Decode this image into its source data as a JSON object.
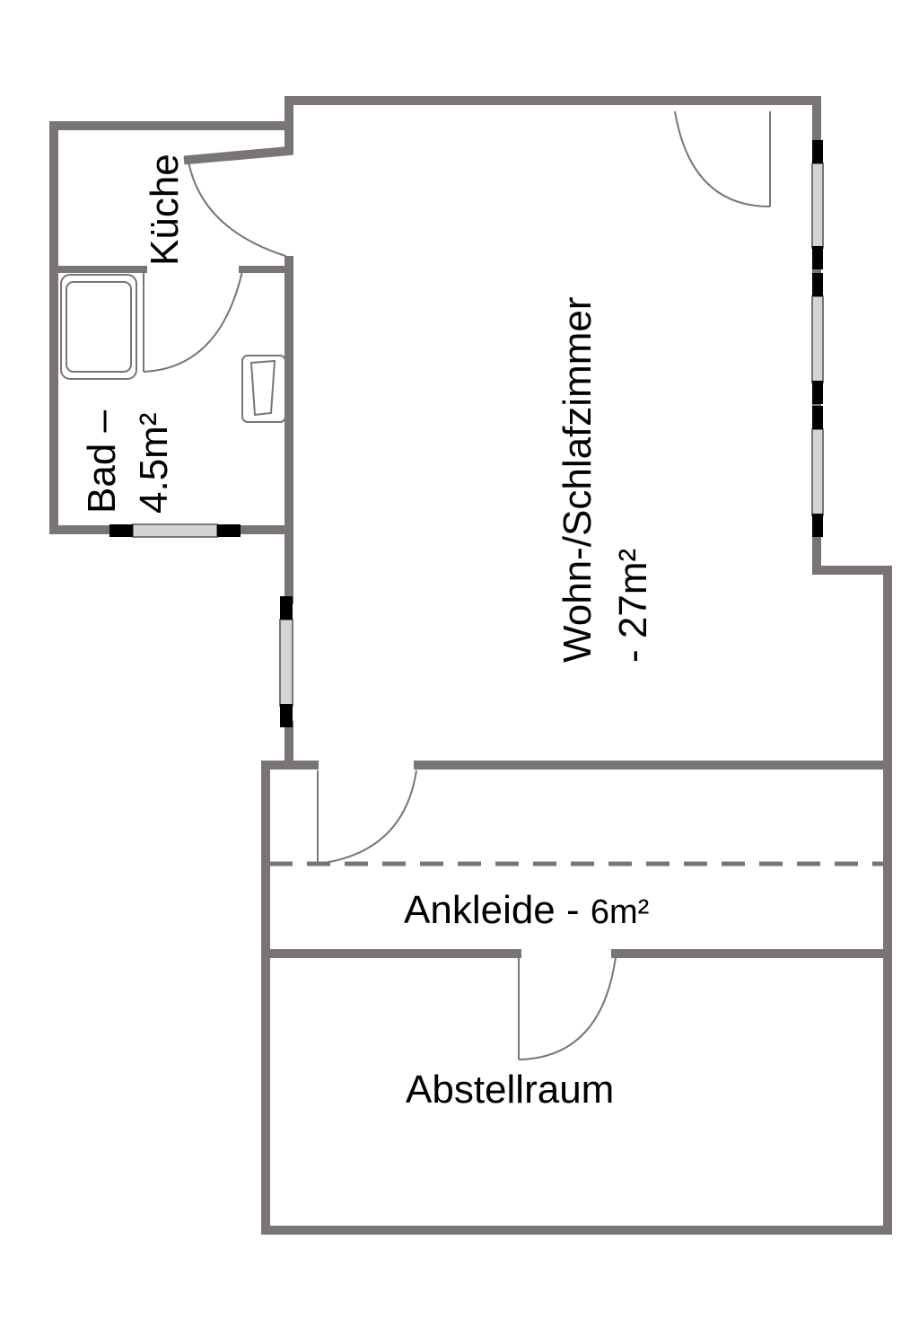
{
  "plan": {
    "colors": {
      "wall": "#7a7474",
      "door": "#7a7474",
      "window_frame": "#000000",
      "window_glass": "#d4d4d4",
      "text": "#000000",
      "background": "#ffffff"
    },
    "rooms": {
      "kueche": {
        "label": "Küche"
      },
      "bad": {
        "line1": "Bad –",
        "line2": "4.5m²"
      },
      "wohn": {
        "line1": "Wohn-/Schlafzimmer",
        "line2": "- 27m²"
      },
      "ankleide": {
        "name": "Ankleide - ",
        "area": "6m²"
      },
      "abstellraum": {
        "label": "Abstellraum"
      }
    },
    "icons": [
      "door-swing-icon",
      "window-icon",
      "bathtub-icon",
      "washbasin-icon"
    ]
  }
}
